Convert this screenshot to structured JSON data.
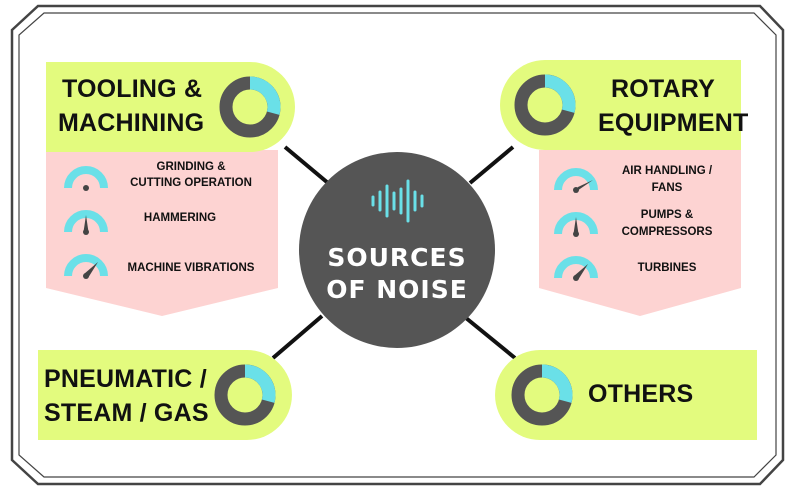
{
  "center": {
    "line1": "SOURCES",
    "line2": "OF NOISE"
  },
  "colors": {
    "accent_green": "#e3fb7e",
    "pink": "#fdd3d2",
    "dark": "#555555",
    "teal": "#6ae0e8",
    "line": "#111111",
    "border": "#444444"
  },
  "categories": {
    "tooling": {
      "line1": "TOOLING &",
      "line2": "MACHINING",
      "items": [
        "GRINDING &",
        "CUTTING OPERATION",
        "HAMMERING",
        "MACHINE VIBRATIONS"
      ]
    },
    "rotary": {
      "line1": "ROTARY",
      "line2": "EQUIPMENT",
      "items": [
        "AIR HANDLING /",
        "FANS",
        "PUMPS &",
        "COMPRESSORS",
        "TURBINES"
      ]
    },
    "pneumatic": {
      "line1": "PNEUMATIC /",
      "line2": "STEAM / GAS"
    },
    "others": {
      "line1": "OTHERS"
    }
  },
  "icons": {
    "center": "sound-wave-icon",
    "ring": "donut-ring-icon",
    "gauge": "gauge-icon"
  }
}
